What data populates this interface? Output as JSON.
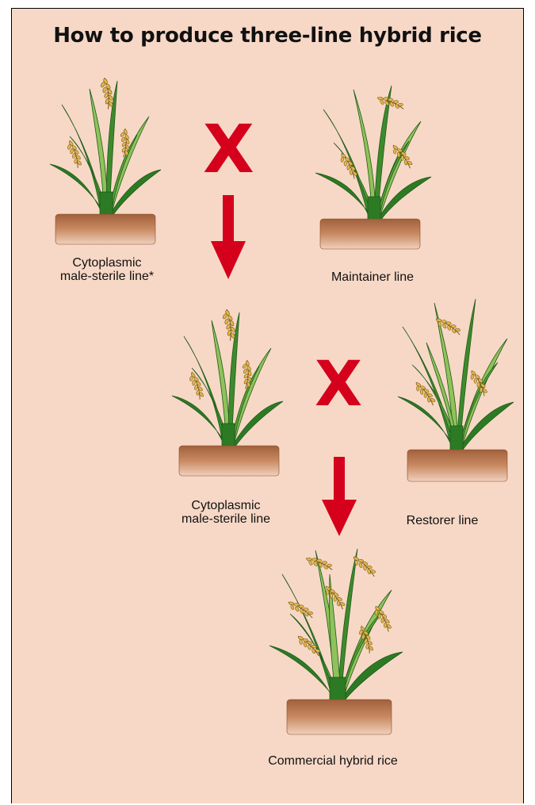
{
  "title": "How to produce three-line hybrid rice",
  "cross_symbol": "X",
  "labels": {
    "cms_top": "Cytoplasmic\nmale-sterile line*",
    "maintainer": "Maintainer line",
    "cms_middle": "Cytoplasmic\nmale-sterile line",
    "restorer": "Restorer line",
    "commercial": "Commercial hybrid rice"
  },
  "colors": {
    "background": "#f7d8c6",
    "cross": "#d5001c",
    "arrow": "#d5001c",
    "leaf_dark": "#1f5a1a",
    "leaf_mid": "#3e8a2c",
    "leaf_light": "#8fc25a",
    "grain": "#e0b64a",
    "soil": "#c4815c"
  },
  "icons": {
    "plant": "rice-plant-icon",
    "arrow": "down-arrow-icon",
    "cross": "cross-symbol"
  }
}
